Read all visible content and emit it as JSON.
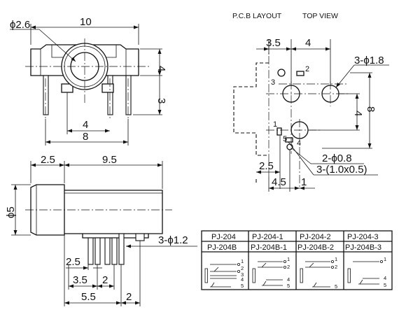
{
  "headers": {
    "pcb_layout": "P.C.B LAYOUT",
    "top_view": "TOP VIEW"
  },
  "front_view": {
    "width": "10",
    "hole_dia": "ϕ2.6",
    "height_body": "4",
    "height_pins": "3",
    "pin_pitch_inner": "4",
    "pin_pitch_outer": "8"
  },
  "side_view": {
    "front_len": "2.5",
    "body_len": "9.5",
    "dia": "ϕ5",
    "pin_dia": "3-ϕ1.2",
    "d_2_5": "2.5",
    "d_3_5": "3.5",
    "d_2a": "2",
    "d_5_5": "5.5",
    "d_2b": "2"
  },
  "pcb": {
    "d_3_5": "3.5",
    "d_4_top": "4",
    "hole_3": "3-ϕ1.8",
    "d_4_right": "4",
    "d_8": "8",
    "hole_2": "2-ϕ0.8",
    "slot_3": "3-(1.0x0.5)",
    "d_2_5": "2.5",
    "d_4_5": "4.5",
    "d_1": "1",
    "pins": [
      "1",
      "2",
      "3",
      "4",
      "5"
    ]
  },
  "table": {
    "row1": [
      "PJ-204",
      "PJ-204-1",
      "PJ-204-2",
      "PJ-204-3"
    ],
    "row2": [
      "PJ-204B",
      "PJ-204B-1",
      "PJ-204B-2",
      "PJ-204B-3"
    ],
    "schematics": [
      [
        "1",
        "2",
        "3",
        "4",
        "5"
      ],
      [
        "1",
        "2",
        "4",
        "5"
      ],
      [
        "1",
        "2",
        "5"
      ],
      [
        "1",
        "4",
        "5"
      ]
    ]
  }
}
